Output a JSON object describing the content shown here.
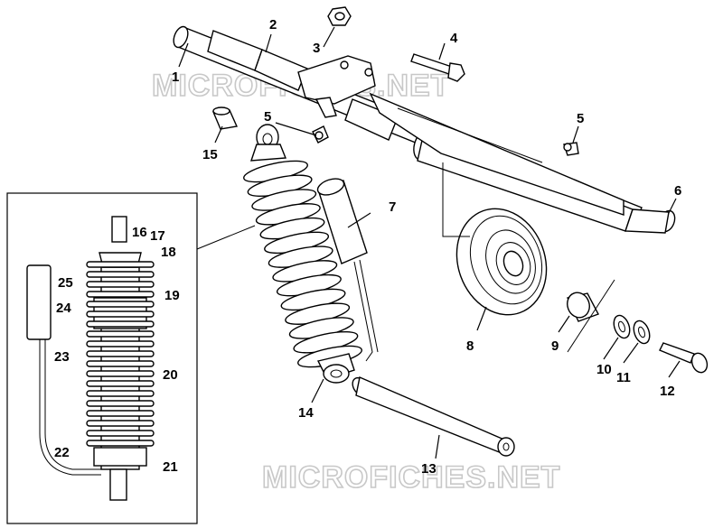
{
  "watermarks": [
    "MICROFICHES.NET",
    "MICROFICHES.NET"
  ],
  "callouts": [
    "1",
    "2",
    "3",
    "4",
    "5",
    "5",
    "6",
    "7",
    "8",
    "9",
    "10",
    "11",
    "12",
    "13",
    "14",
    "15",
    "16",
    "17",
    "18",
    "19",
    "20",
    "21",
    "22",
    "23",
    "24",
    "25"
  ]
}
